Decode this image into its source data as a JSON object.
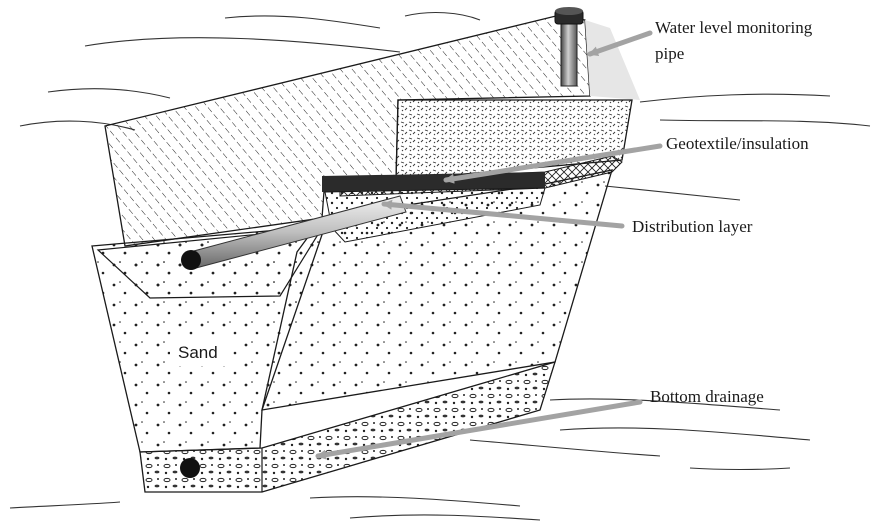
{
  "labels": {
    "monitoring_line1": "Water level monitoring",
    "monitoring_line2": "pipe",
    "geotextile": "Geotextile/insulation",
    "distribution": "Distribution layer",
    "bottom_drainage": "Bottom drainage",
    "sand": "Sand"
  },
  "colors": {
    "arrow": "#a3a3a3",
    "outline": "#1a1a1a",
    "geotextile_band": "#2b2b2b"
  }
}
